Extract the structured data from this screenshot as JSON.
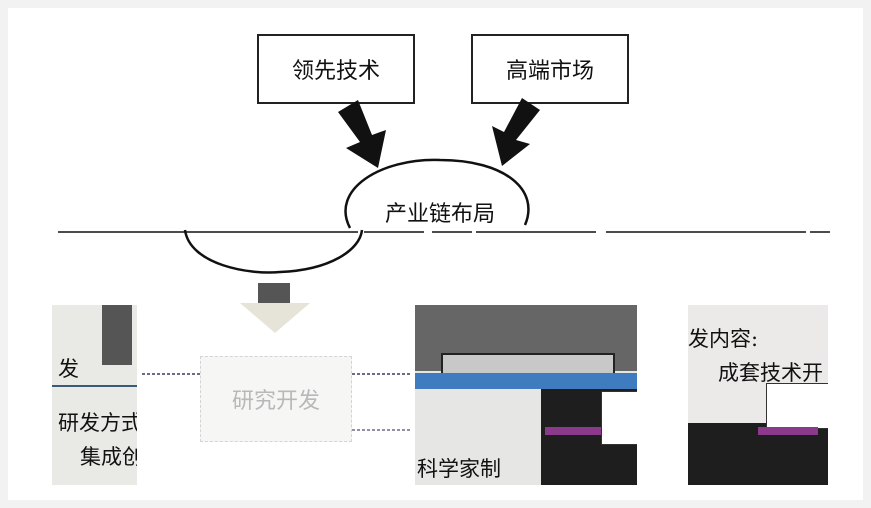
{
  "top_boxes": {
    "tech": "领先技术",
    "market": "高端市场"
  },
  "center_node": "产业链布局",
  "rd_box": "研究开发",
  "left_panel": {
    "line1": "发",
    "line2": "研发方式",
    "line3": "集成创"
  },
  "center_panel": {
    "label": "科学家制"
  },
  "right_panel": {
    "line1": "发内容:",
    "line2": "成套技术开"
  },
  "colors": {
    "arrow": "#111111",
    "down_arrow": "#e6e4d8",
    "accent_blue": "#3e7bbf",
    "accent_purple": "#8b3a8b"
  }
}
